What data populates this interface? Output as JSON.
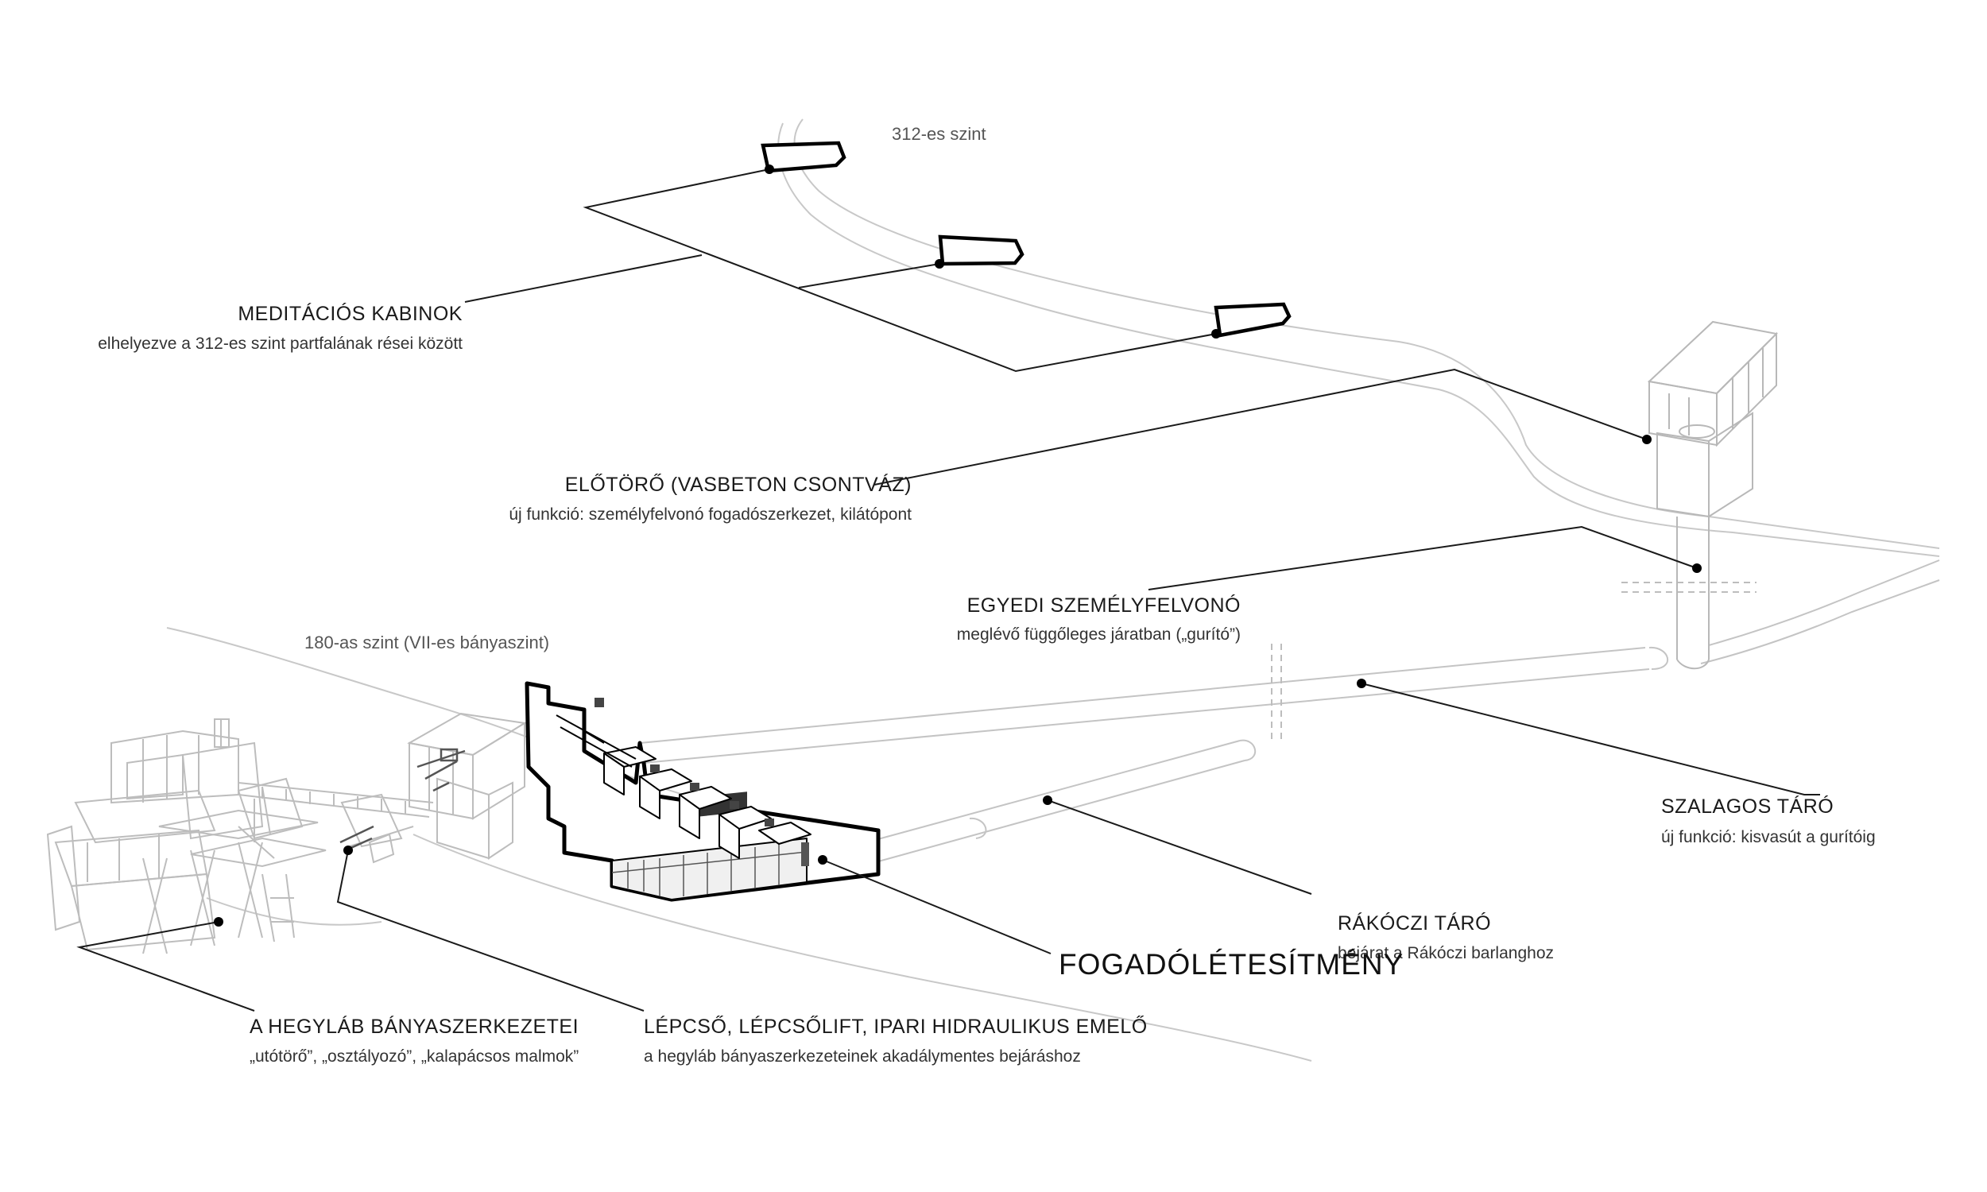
{
  "levels": {
    "upper": "312-es szint",
    "lower": "180-as szint (VII-es bányaszint)"
  },
  "labels": {
    "cabins": {
      "title": "MEDITÁCIÓS KABINOK",
      "subtitle": "elhelyezve a 312-es szint partfalának rései között"
    },
    "headframe": {
      "title": "ELŐTÖRŐ (VASBETON CSONTVÁZ)",
      "subtitle": "új funkció: személyfelvonó fogadószerkezet, kilátópont"
    },
    "elevator": {
      "title": "EGYEDI SZEMÉLYFELVONÓ",
      "subtitle": "meglévő függőleges járatban („gurító”)"
    },
    "tunnel": {
      "title": "SZALAGOS TÁRÓ",
      "subtitle": "új funkció: kisvasút a gurítóig"
    },
    "rakoczi": {
      "title": "RÁKÓCZI TÁRÓ",
      "subtitle": "bejárat a Rákóczi barlanghoz"
    },
    "reception": {
      "title": "FOGADÓLÉTESÍTMÉNY"
    },
    "stairs": {
      "title": "LÉPCSŐ, LÉPCSŐLIFT, IPARI HIDRAULIKUS EMELŐ",
      "subtitle": "a hegyláb bányaszerkezeteinek akadálymentes bejáráshoz"
    },
    "structures": {
      "title": "A HEGYLÁB BÁNYASZERKEZETEI",
      "subtitle": "„utótörő”, „osztályozó”, „kalapácsos malmok”"
    }
  },
  "colors": {
    "leader": "#1a1a1a",
    "ghost": "#c4c4c4",
    "bold": "#000000"
  }
}
